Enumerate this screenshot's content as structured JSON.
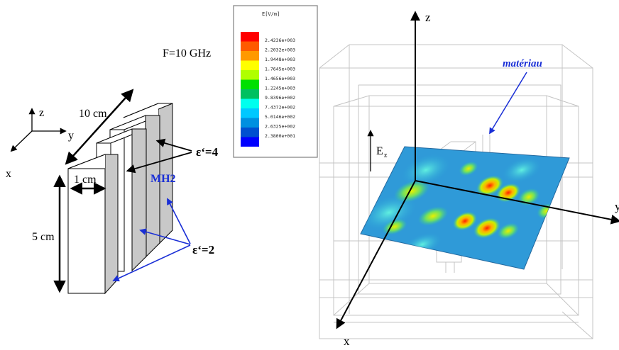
{
  "left_diagram": {
    "axes": {
      "z": "z",
      "y": "y",
      "x": "x"
    },
    "dim_length": "10 cm",
    "dim_thickness": "1 cm",
    "dim_height": "5 cm",
    "eps_high": "ε‘=4",
    "eps_low": "ε‘=2",
    "structure_name": "MH2"
  },
  "frequency_label": "F=10 GHz",
  "legend": {
    "title": "E[V/m]",
    "colors": [
      "#ff0000",
      "#ff5a00",
      "#ff9900",
      "#ffff00",
      "#b0ff00",
      "#00e000",
      "#00c060",
      "#00ffee",
      "#00c8ff",
      "#0090e0",
      "#0050d0",
      "#0000ff"
    ],
    "values": [
      "2.4236e+003",
      "2.2032e+003",
      "1.9448e+003",
      "1.7645e+003",
      "1.4656e+003",
      "1.2245e+003",
      "9.8396e+002",
      "7.4372e+002",
      "5.0146e+002",
      "2.6325e+002",
      "2.3800e+001",
      ""
    ]
  },
  "right_diagram": {
    "axis_z": "z",
    "axis_x": "x",
    "axis_y": "y",
    "field_label_main": "E",
    "field_label_sub": "z",
    "material_label": "matériau"
  }
}
